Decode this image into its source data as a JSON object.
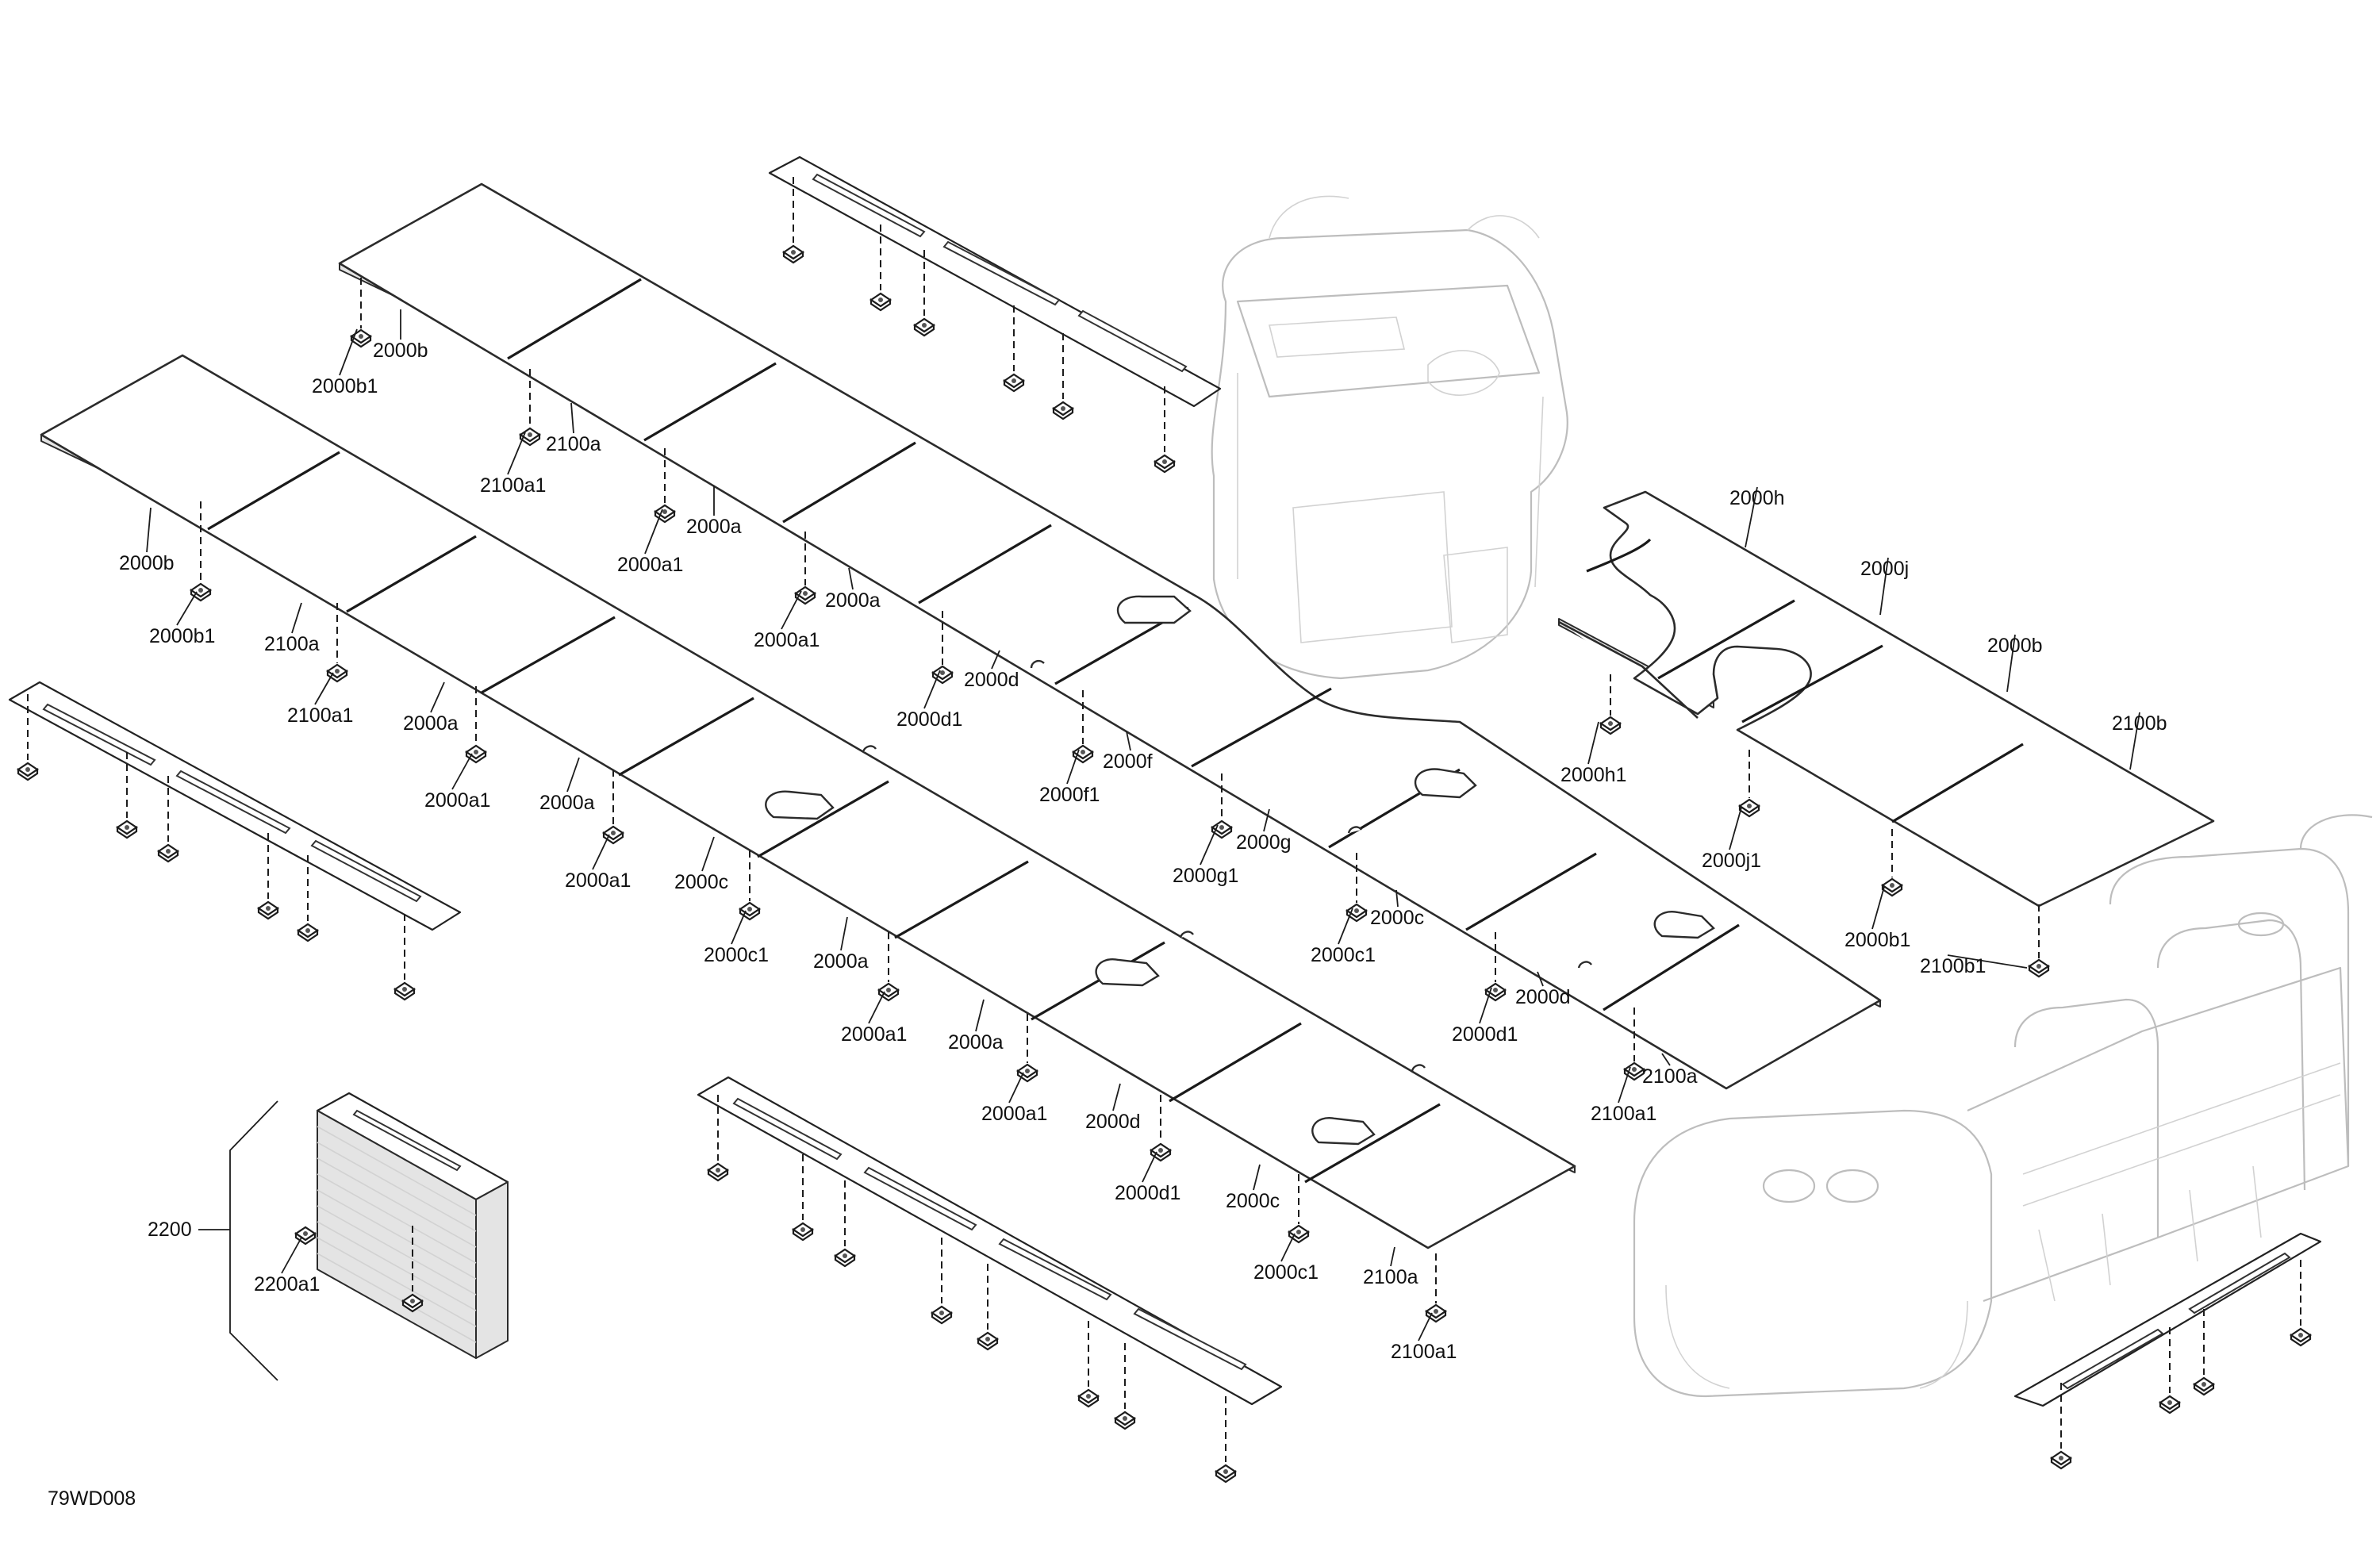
{
  "drawing": {
    "code": "79WD008",
    "bracket_label": "2200"
  },
  "callouts": [
    "2000b",
    "2000b1",
    "2100a",
    "2100a1",
    "2000a",
    "2000a1",
    "2000a",
    "2000a1",
    "2000d",
    "2000d1",
    "2000f",
    "2000f1",
    "2000g",
    "2000g1",
    "2000c",
    "2000c1",
    "2000d",
    "2000d1",
    "2100a",
    "2100a1",
    "2000b",
    "2000b1",
    "2100a",
    "2100a1",
    "2000a",
    "2000a1",
    "2000a",
    "2000a1",
    "2000c",
    "2000c1",
    "2000a",
    "2000a1",
    "2000a",
    "2000a1",
    "2000d",
    "2000d1",
    "2000c",
    "2000c1",
    "2100a",
    "2100a1",
    "2000h",
    "2000j",
    "2000b",
    "2100b",
    "2000h1",
    "2000j1",
    "2000b1",
    "2100b1",
    "2200a1"
  ],
  "icons": [
    "mounting-clip-icon",
    "floor-panel-icon",
    "rail-icon",
    "helm-console-icon",
    "seat-bench-icon"
  ]
}
